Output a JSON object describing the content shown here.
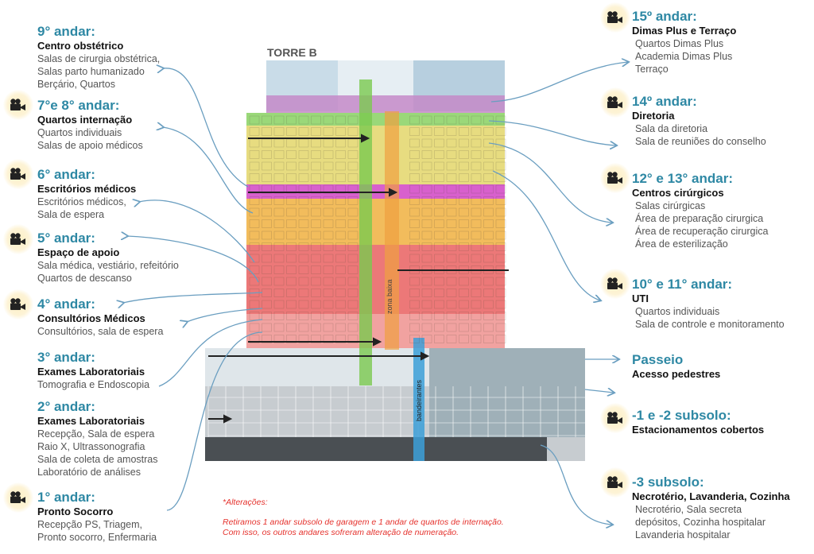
{
  "building_label": "TORRE B",
  "elevator_labels": [
    "zona baixa",
    "bandeirantes"
  ],
  "colors": {
    "title": "#2e88a4",
    "arrow": "#6a9ec0",
    "note": "#e5322d",
    "band_green": "#8fd46a",
    "band_yellow": "#e3d66a",
    "band_magenta": "#d44fc8",
    "band_orange": "#f0b040",
    "band_red": "#e85a5a",
    "band_purple": "#c48ac8"
  },
  "left_floors": [
    {
      "title": "9° andar:",
      "name": "Centro obstétrico",
      "items": [
        "Salas de cirurgia obstétrica,",
        "Salas parto humanizado",
        "Berçário, Quartos"
      ],
      "icon": "none"
    },
    {
      "title": "7°e 8° andar:",
      "name": "Quartos internação",
      "items": [
        "Quartos individuais",
        "Salas de apoio médicos"
      ],
      "icon": "video-camera-icon"
    },
    {
      "title": "6° andar:",
      "name": "Escritórios médicos",
      "items": [
        "Escritórios médicos,",
        "Sala de espera"
      ],
      "icon": "video-camera-icon"
    },
    {
      "title": "5° andar:",
      "name": "Espaço de apoio",
      "items": [
        "Sala médica, vestiário, refeitório",
        "Quartos de descanso"
      ],
      "icon": "video-camera-icon"
    },
    {
      "title": "4° andar:",
      "name": "Consultórios Médicos",
      "items": [
        "Consultórios, sala de espera"
      ],
      "icon": "video-camera-icon"
    },
    {
      "title": "3° andar:",
      "name": "Exames Laboratoriais",
      "items": [
        "Tomografia e Endoscopia"
      ],
      "icon": "none"
    },
    {
      "title": "2° andar:",
      "name": "Exames Laboratoriais",
      "items": [
        "Recepção, Sala de espera",
        "Raio X, Ultrassonografia",
        "Sala de coleta de amostras",
        "Laboratório de análises"
      ],
      "icon": "none"
    },
    {
      "title": "1° andar:",
      "name": "Pronto Socorro",
      "items": [
        "Recepção PS, Triagem,",
        "Pronto socorro, Enfermaria"
      ],
      "icon": "video-camera-icon"
    }
  ],
  "right_floors": [
    {
      "title": "15º andar:",
      "name": "Dimas Plus e Terraço",
      "items": [
        "Quartos Dimas Plus",
        "Academia Dimas Plus",
        "Terraço"
      ],
      "icon": "video-camera-icon"
    },
    {
      "title": "14º andar:",
      "name": "Diretoria",
      "items": [
        "Sala da diretoria",
        "Sala de reuniões do conselho"
      ],
      "icon": "video-camera-icon"
    },
    {
      "title": "12° e 13° andar:",
      "name": "Centros cirúrgicos",
      "items": [
        "Salas cirúrgicas",
        "Área de preparação cirurgica",
        "Área de recuperação cirurgica",
        "Área de esterilização"
      ],
      "icon": "video-camera-icon"
    },
    {
      "title": "10° e 11° andar:",
      "name": "UTI",
      "items": [
        "Quartos individuais",
        "Sala de controle e monitoramento"
      ],
      "icon": "video-camera-icon"
    },
    {
      "title": "Passeio",
      "name": "Acesso pedestres",
      "items": [],
      "icon": "none"
    },
    {
      "title": "-1 e -2 subsolo:",
      "name": "Estacionamentos cobertos",
      "items": [],
      "icon": "video-camera-icon"
    },
    {
      "title": "-3 subsolo:",
      "name": "Necrotério, Lavanderia, Cozinha",
      "items": [
        "Necrotério, Sala secreta",
        "depósitos, Cozinha hospitalar",
        "Lavanderia hospitalar"
      ],
      "icon": "video-camera-icon"
    }
  ],
  "note": {
    "heading": "*Alterações:",
    "lines": [
      "Retiramos 1 andar subsolo de garagem e 1 andar de quartos de internação.",
      "Com isso, os outros andares sofreram alteração de numeração."
    ]
  }
}
